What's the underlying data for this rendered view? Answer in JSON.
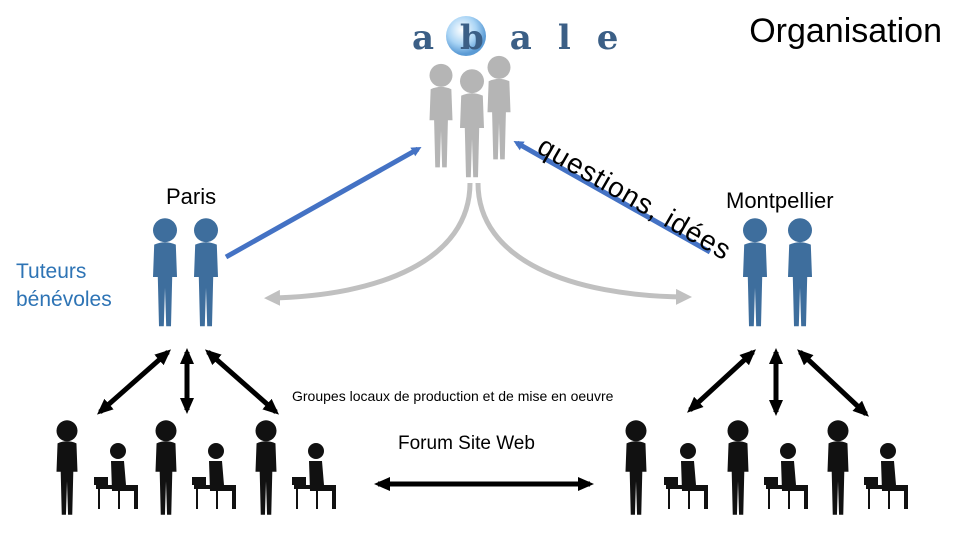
{
  "title": "Organisation",
  "logo": {
    "text": "abale"
  },
  "labels": {
    "paris": "Paris",
    "montpellier": "Montpellier",
    "tutors": "Tuteurs bénévoles",
    "groups": "Groupes locaux de production et de mise en oeuvre",
    "forum": "Forum Site Web",
    "questions": "questions, idées"
  },
  "colors": {
    "blue_figures": "#3e6e9d",
    "gray_figures": "#b5b5b5",
    "blue_arrow": "#4472c4",
    "gray_arrow": "#c0c0c0",
    "black": "#000000"
  }
}
